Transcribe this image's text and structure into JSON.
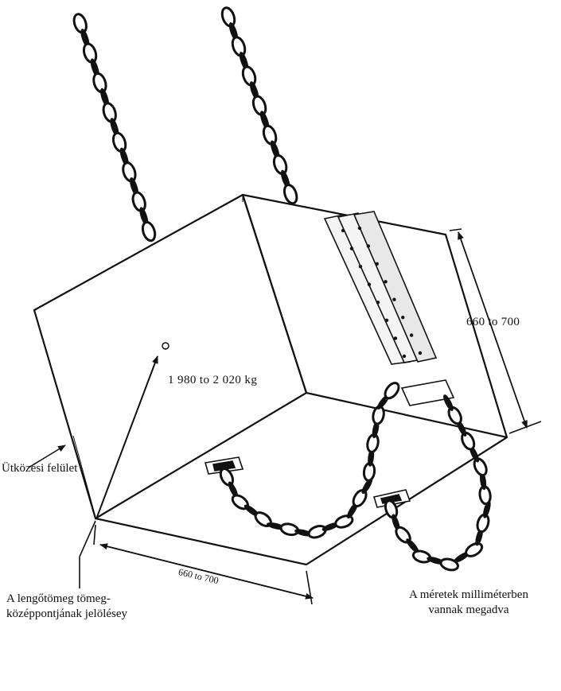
{
  "diagram": {
    "labels": {
      "height_dimension": "660 to 700",
      "length_dimension": "660 to 700",
      "mass": "1 980 to 2 020 kg",
      "impact_surface": "Ütközési felület",
      "center_of_gravity_line1": "A lengőtömeg tömeg-",
      "center_of_gravity_line2": "középpontjának jelölésey",
      "units_note_line1": "A méretek milliméterben",
      "units_note_line2": "vannak megadva"
    },
    "colors": {
      "ink": "#111111",
      "background": "#ffffff"
    },
    "icons": {
      "center_of_gravity_marker": "circle-marker-icon",
      "suspension_chain": "chain-icon",
      "lifting_lug": "lug-icon",
      "guide_rail": "rail-icon"
    }
  }
}
